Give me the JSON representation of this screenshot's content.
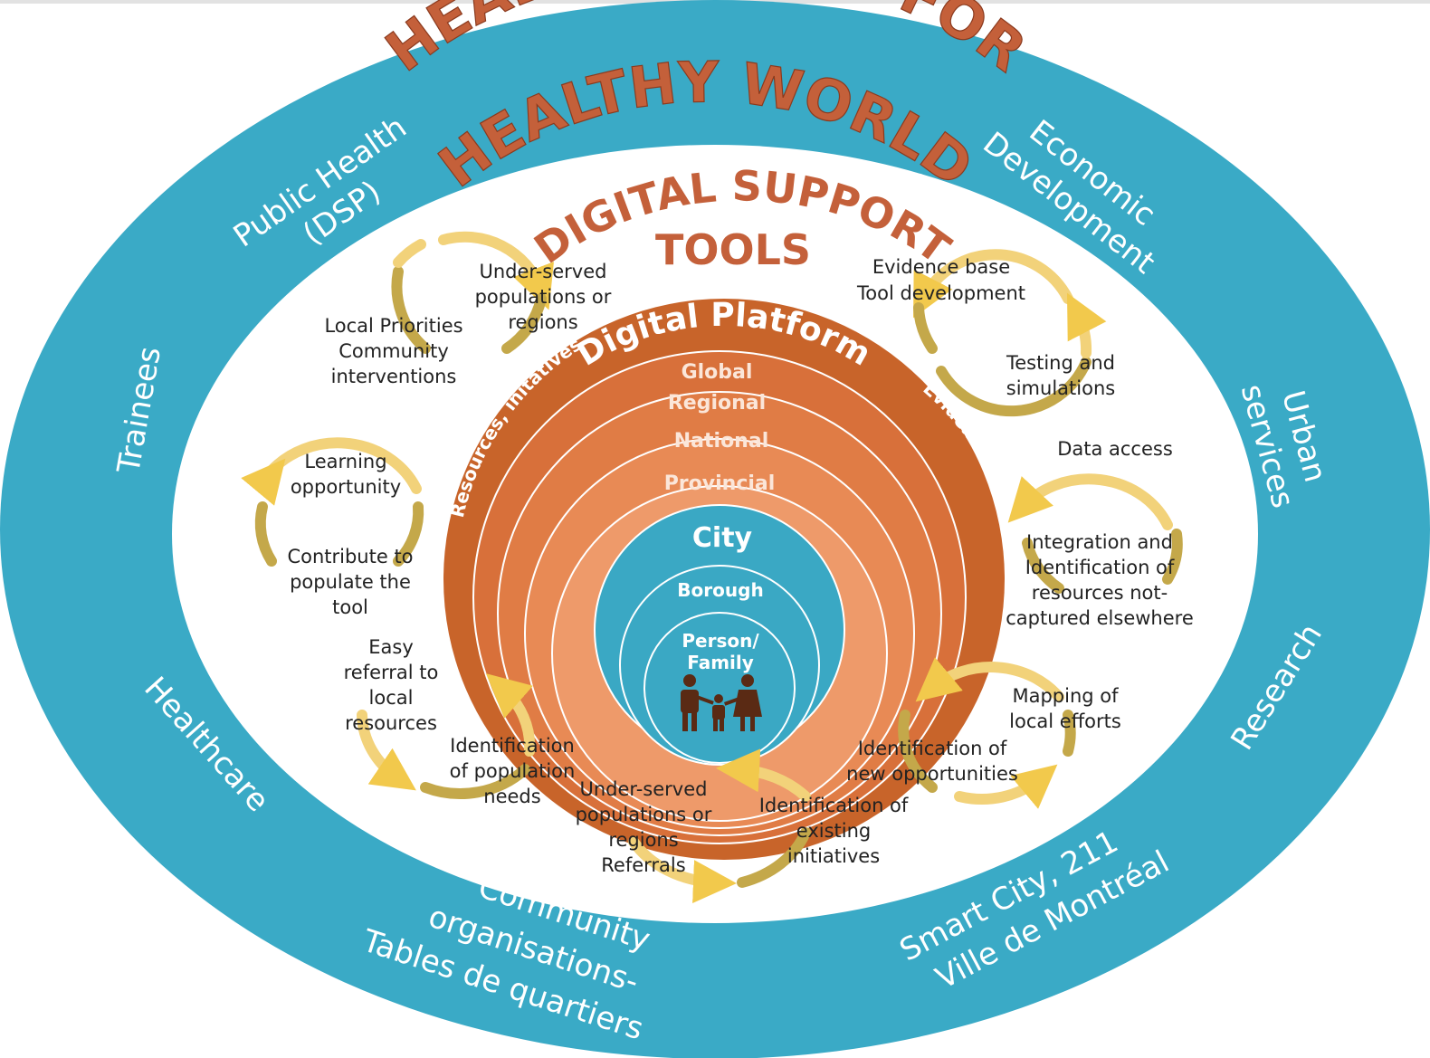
{
  "title_arc": {
    "line1": "HEALTHY CITIES FOR",
    "line2": "HEALTHY WORLD"
  },
  "outer_ring_labels": [
    {
      "id": "public-health",
      "lines": [
        "Public Health",
        "(DSP)"
      ]
    },
    {
      "id": "economic-development",
      "lines": [
        "Economic",
        "Development"
      ]
    },
    {
      "id": "trainees",
      "lines": [
        "Trainees"
      ]
    },
    {
      "id": "urban-services",
      "lines": [
        "Urban",
        "services"
      ]
    },
    {
      "id": "healthcare",
      "lines": [
        "Healthcare"
      ]
    },
    {
      "id": "research",
      "lines": [
        "Research"
      ]
    },
    {
      "id": "community",
      "lines": [
        "Community",
        "organisations-",
        "Tables de quartiers"
      ]
    },
    {
      "id": "smart-city",
      "lines": [
        "Smart City, 211",
        "Ville de Montréal"
      ]
    }
  ],
  "digital_support": {
    "line1": "DIGITAL SUPPORT",
    "line2": "TOOLS"
  },
  "platform": {
    "title": "Digital Platform",
    "left_label": "Resources, initatives",
    "right_label": "Evidence",
    "levels": [
      "Global",
      "Regional",
      "National",
      "Provincial"
    ],
    "city": "City",
    "borough": "Borough",
    "person": [
      "Person/",
      "Family"
    ]
  },
  "cycles": [
    {
      "id": "cycle-local-priorities",
      "top": [
        "Under-served",
        "populations or",
        "regions"
      ],
      "bottom": [
        "Local Priorities",
        "Community",
        "interventions"
      ]
    },
    {
      "id": "cycle-evidence",
      "top": [
        "Evidence base",
        "Tool development"
      ],
      "bottom": [
        "Testing and",
        "simulations"
      ]
    },
    {
      "id": "cycle-learning",
      "top": [
        "Learning",
        "opportunity"
      ],
      "bottom": [
        "Contribute to",
        "populate the",
        "tool"
      ]
    },
    {
      "id": "cycle-data",
      "top": [
        "Data access"
      ],
      "bottom": [
        "Integration and",
        "Identification of",
        "resources not-",
        "captured elsewhere"
      ]
    },
    {
      "id": "cycle-referral",
      "top": [
        "Easy",
        "referral to",
        "local",
        "resources"
      ],
      "bottom": [
        "Identification",
        "of population",
        "needs"
      ]
    },
    {
      "id": "cycle-mapping",
      "top": [
        "Mapping of",
        "local efforts"
      ],
      "bottom": [
        "Identification of",
        "new opportunities"
      ]
    },
    {
      "id": "cycle-underserved",
      "top": [
        "Under-served",
        "populations or",
        "regions",
        "Referrals"
      ],
      "bottom": [
        "Identification of",
        "existing",
        "initiatives"
      ]
    }
  ],
  "colors": {
    "outer_ring": "#3aaac6",
    "inner_white": "#ffffff",
    "platform_dark": "#c8642a",
    "platform_mid": "#e07c45",
    "platform_light": "#ee9a6a",
    "city_blue": "#3aa8c4",
    "title_red": "#c4603a",
    "arrow_yellow": "#f2d27a",
    "arrow_olive": "#c4a84a"
  },
  "icons": {
    "family": "family-icon"
  }
}
